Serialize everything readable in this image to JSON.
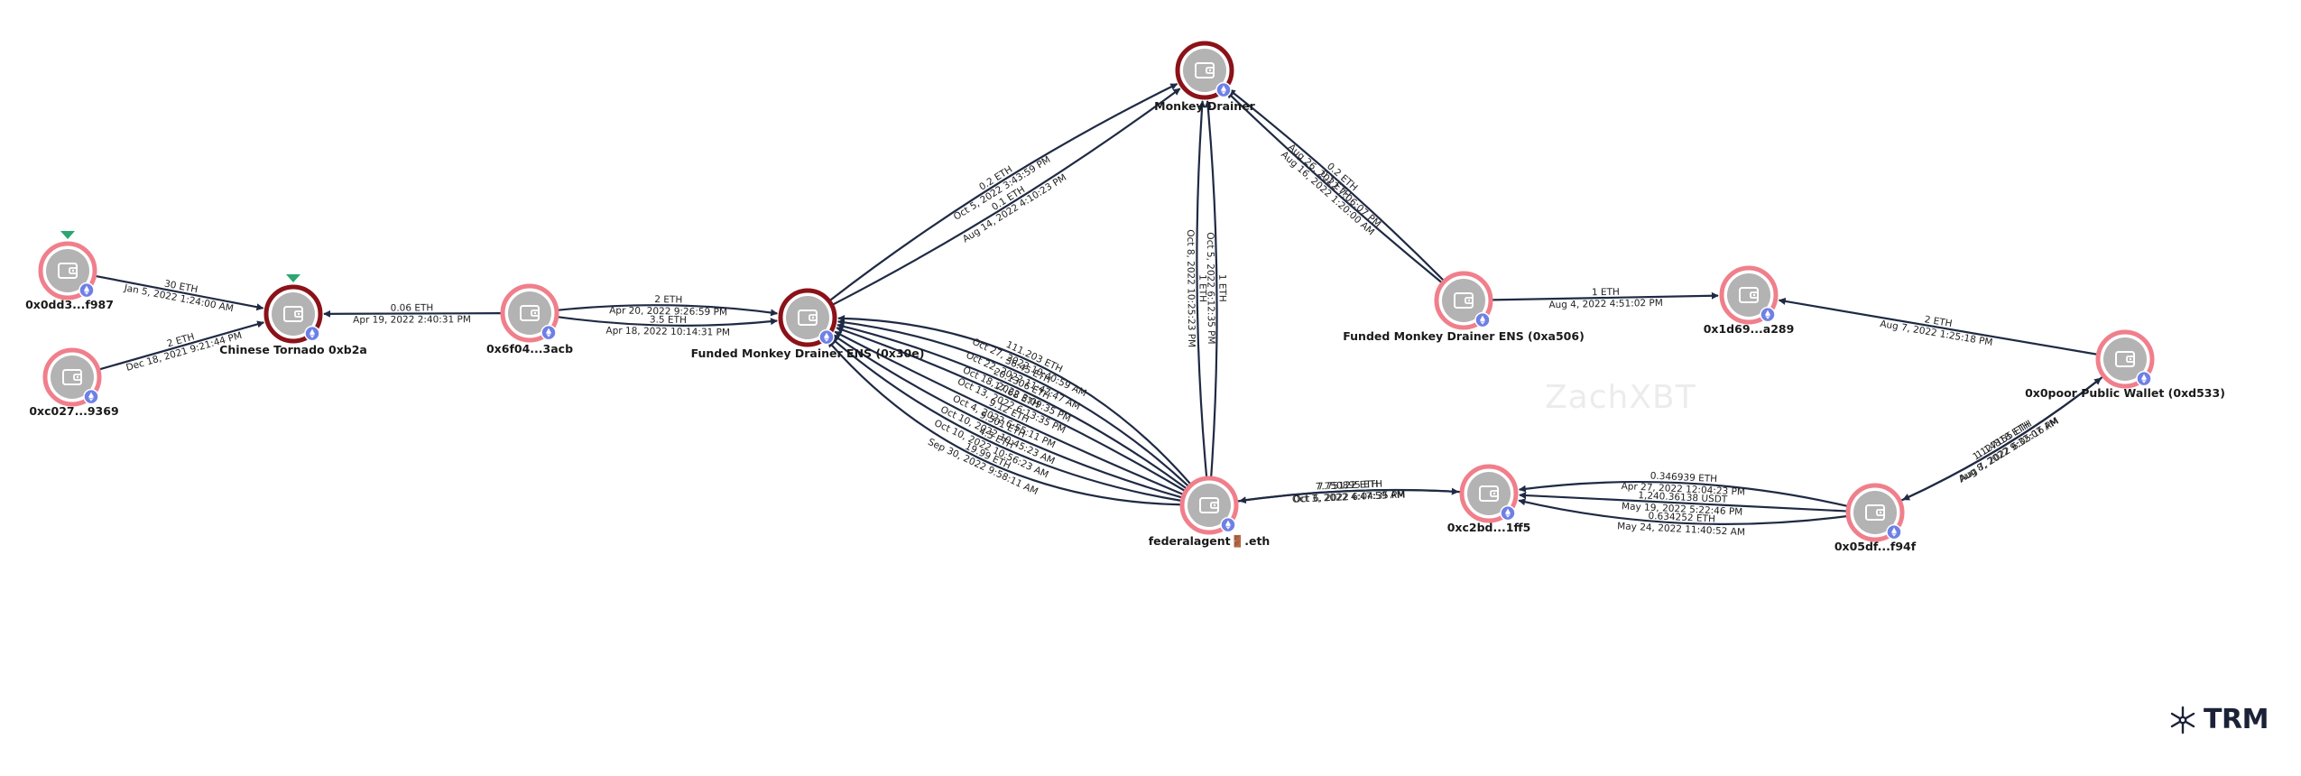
{
  "watermark": "ZachXBT",
  "brand": {
    "name": "TRM",
    "icon": "trm-snowflake-icon"
  },
  "colors": {
    "node_ring": "#f07f8b",
    "node_ring_dark": "#8b1218",
    "node_body": "#b3b3b3",
    "eth_badge": "#6e80e6",
    "edge": "#1f2a44",
    "flag": "#2aa673"
  },
  "nodes": [
    {
      "id": "n_0dd3",
      "label": "0x0dd3...f987",
      "ring": "light",
      "flag": true
    },
    {
      "id": "n_c027",
      "label": "0xc027...9369",
      "ring": "light",
      "flag": false
    },
    {
      "id": "n_tornado",
      "label": "Chinese Tornado 0xb2a",
      "ring": "dark",
      "flag": true
    },
    {
      "id": "n_6f04",
      "label": "0x6f04...3acb",
      "ring": "light",
      "flag": false
    },
    {
      "id": "n_fund30e",
      "label": "Funded Monkey Drainer ENS (0x30e)",
      "ring": "dark",
      "flag": false
    },
    {
      "id": "n_monkey",
      "label": "Monkey Drainer",
      "ring": "dark",
      "flag": false
    },
    {
      "id": "n_fund506",
      "label": "Funded Monkey Drainer ENS (0xa506)",
      "ring": "light",
      "flag": false
    },
    {
      "id": "n_1d69",
      "label": "0x1d69...a289",
      "ring": "light",
      "flag": false
    },
    {
      "id": "n_0poor",
      "label": "0x0poor Public Wallet (0xd533)",
      "ring": "light",
      "flag": false
    },
    {
      "id": "n_fed",
      "label": "federalagent🚪.eth",
      "ring": "light",
      "flag": false
    },
    {
      "id": "n_2bd",
      "label": "0xc2bd...1ff5",
      "ring": "light",
      "flag": false
    },
    {
      "id": "n_05df",
      "label": "0x05df...f94f",
      "ring": "light",
      "flag": false
    }
  ],
  "edges": [
    {
      "from": "n_0dd3",
      "to": "n_tornado",
      "amount": "30 ETH",
      "date": "Jan 5, 2022 1:24:00 AM"
    },
    {
      "from": "n_c027",
      "to": "n_tornado",
      "amount": "2 ETH",
      "date": "Dec 18, 2021 9:21:44 PM"
    },
    {
      "from": "n_6f04",
      "to": "n_tornado",
      "amount": "0.06 ETH",
      "date": "Apr 19, 2022 2:40:31 PM"
    },
    {
      "from": "n_6f04",
      "to": "n_fund30e",
      "amount": "2 ETH",
      "date": "Apr 20, 2022 9:26:59 PM"
    },
    {
      "from": "n_6f04",
      "to": "n_fund30e",
      "amount": "3.5 ETH",
      "date": "Apr 18, 2022 10:14:31 PM"
    },
    {
      "from": "n_fund30e",
      "to": "n_monkey",
      "amount": "0.1 ETH",
      "date": "Aug 14, 2022 4:10:23 PM"
    },
    {
      "from": "n_fund30e",
      "to": "n_monkey",
      "amount": "0.2 ETH",
      "date": "Oct 5, 2022 3:43:59 PM"
    },
    {
      "from": "n_fund506",
      "to": "n_monkey",
      "amount": "0.1 ETH",
      "date": "Aug 16, 2022 1:20:00 AM"
    },
    {
      "from": "n_fund506",
      "to": "n_monkey",
      "amount": "0.2 ETH",
      "date": "Aug 26, 2022 7:06:07 PM"
    },
    {
      "from": "n_fed",
      "to": "n_monkey",
      "amount": "1 ETH",
      "date": "Oct 5, 2022 6:12:35 PM"
    },
    {
      "from": "n_fed",
      "to": "n_monkey",
      "amount": "1 ETH",
      "date": "Oct 8, 2022 10:25:23 PM"
    },
    {
      "from": "n_fed",
      "to": "n_fund30e",
      "amount": "111.203 ETH",
      "date": "Oct 27, 2022 10:40:59 AM"
    },
    {
      "from": "n_fed",
      "to": "n_fund30e",
      "amount": "36.45 ETH",
      "date": "Oct 22, 2022 11:47:47 AM"
    },
    {
      "from": "n_fed",
      "to": "n_fund30e",
      "amount": "20.1306 ETH",
      "date": "Oct 18, 2022 3:09:35 PM"
    },
    {
      "from": "n_fed",
      "to": "n_fund30e",
      "amount": "17.68 ETH",
      "date": "Oct 13, 2022 6:13:35 PM"
    },
    {
      "from": "n_fed",
      "to": "n_fund30e",
      "amount": "9.12 ETH",
      "date": "Oct 4, 2022 6:55:11 PM"
    },
    {
      "from": "n_fed",
      "to": "n_fund30e",
      "amount": "9.501 ETH",
      "date": "Oct 10, 2022 10:45:23 AM"
    },
    {
      "from": "n_fed",
      "to": "n_fund30e",
      "amount": "4.5 ETH",
      "date": "Oct 10, 2022 10:56:23 AM"
    },
    {
      "from": "n_fed",
      "to": "n_fund30e",
      "amount": "19.99 ETH",
      "date": "Sep 30, 2022 9:58:11 AM"
    },
    {
      "from": "n_fund506",
      "to": "n_1d69",
      "amount": "1 ETH",
      "date": "Aug 4, 2022 4:51:02 PM"
    },
    {
      "from": "n_0poor",
      "to": "n_1d69",
      "amount": "2 ETH",
      "date": "Aug 7, 2022 1:25:18 PM"
    },
    {
      "from": "n_fed",
      "to": "n_2bd",
      "amount": "7.75122 ETH",
      "date": "Oct 3, 2022 4:47:59 AM"
    },
    {
      "from": "n_2bd",
      "to": "n_fed",
      "amount": "7.750895 ETH",
      "date": "Oct 6, 2022 6:04:35 PM"
    },
    {
      "from": "n_05df",
      "to": "n_2bd",
      "amount": "0.346939 ETH",
      "date": "Apr 27, 2022 12:04:23 PM"
    },
    {
      "from": "n_05df",
      "to": "n_2bd",
      "amount": "1,240.36138 USDT",
      "date": "May 19, 2022 5:22:46 PM"
    },
    {
      "from": "n_05df",
      "to": "n_2bd",
      "amount": "0.634252 ETH",
      "date": "May 24, 2022 11:40:52 AM"
    },
    {
      "from": "n_05df",
      "to": "n_0poor",
      "amount": "1.127155 ETH",
      "date": "Aug 8, 2022 9:32:07 AM"
    },
    {
      "from": "n_0poor",
      "to": "n_05df",
      "amount": "1.14818 ETH",
      "date": "Aug 7, 2022 6:05:16 PM"
    }
  ]
}
